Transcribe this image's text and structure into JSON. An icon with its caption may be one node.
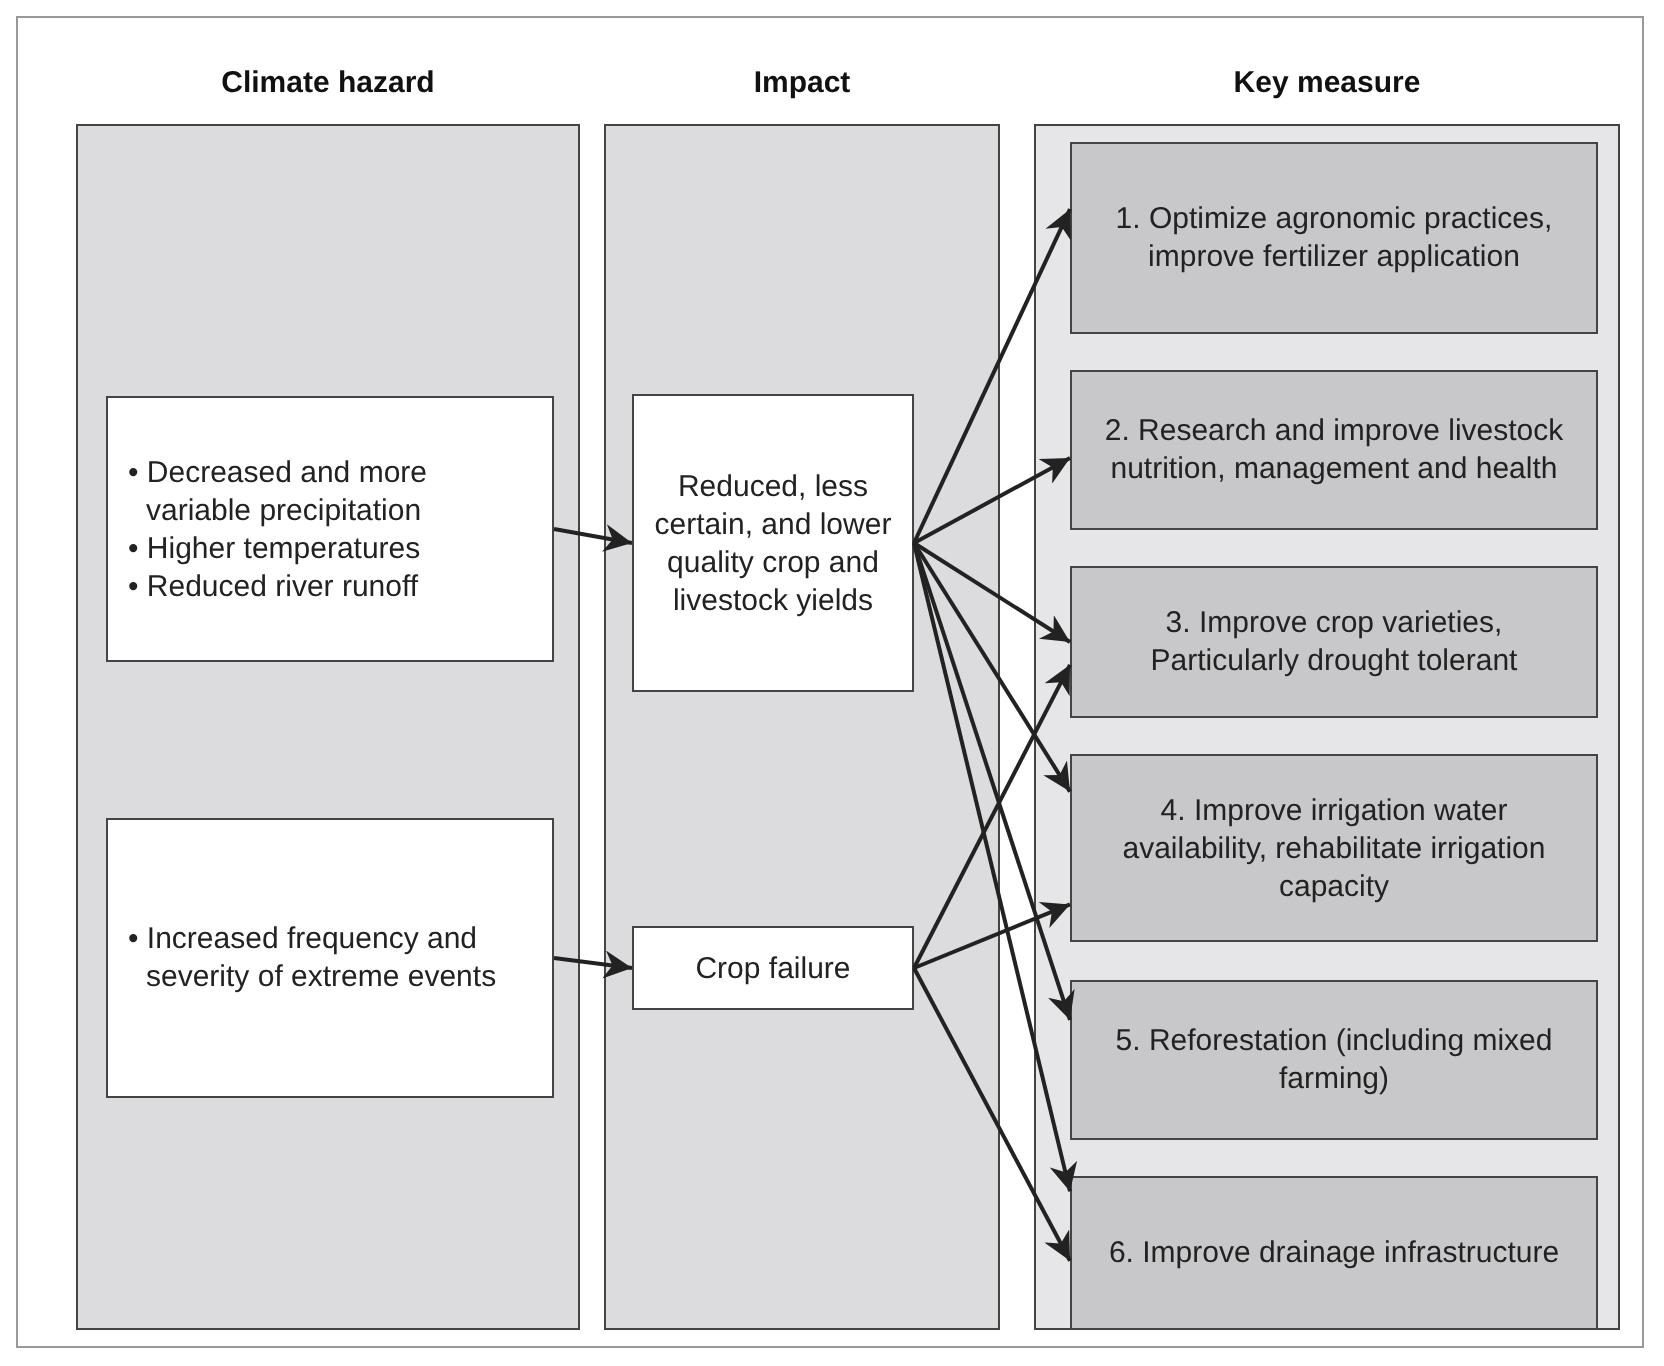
{
  "diagram": {
    "nodes": [
      {
        "text": [
          "Climate hazard"
        ]
      },
      {
        "text": [
          "Impact"
        ]
      },
      {
        "text": [
          "Key measure"
        ]
      },
      {
        "text": [
          "• Decreased and more variable precipitation",
          "• Higher temperatures",
          "• Reduced river runoff"
        ],
        "in": 0
      },
      {
        "text": [
          "• Increased frequency and severity of extreme events"
        ],
        "in": 0
      },
      {
        "text": [
          "Reduced, less certain, and lower quality crop and livestock yields"
        ],
        "in": 1
      },
      {
        "text": [
          "Crop failure"
        ],
        "in": 1
      },
      {
        "text": [
          "1. Optimize agronomic practices, improve fertilizer application"
        ],
        "in": 2
      },
      {
        "text": [
          "2. Research and improve livestock nutrition, management and health"
        ],
        "in": 2
      },
      {
        "text": [
          "3. Improve crop varieties, Particularly drought tolerant"
        ],
        "in": 2
      },
      {
        "text": [
          "4. Improve irrigation water availability, rehabilitate irrigation capacity"
        ],
        "in": 2
      },
      {
        "text": [
          "5. Reforestation (including mixed farming)"
        ],
        "in": 2
      },
      {
        "text": [
          "6. Improve drainage infrastructure"
        ],
        "in": 2
      }
    ],
    "edges": [
      {
        "from": 3,
        "to": 5,
        "arrow": "to"
      },
      {
        "from": 4,
        "to": 6,
        "arrow": "to"
      },
      {
        "from": 5,
        "to": 7,
        "arrow": "to"
      },
      {
        "from": 5,
        "to": 8,
        "arrow": "to"
      },
      {
        "from": 5,
        "to": 9,
        "arrow": "to"
      },
      {
        "from": 5,
        "to": 10,
        "arrow": "to"
      },
      {
        "from": 5,
        "to": 11,
        "arrow": "to"
      },
      {
        "from": 5,
        "to": 12,
        "arrow": "to"
      },
      {
        "from": 6,
        "to": 9,
        "arrow": "to"
      },
      {
        "from": 6,
        "to": 10,
        "arrow": "to"
      },
      {
        "from": 6,
        "to": 12,
        "arrow": "to"
      }
    ]
  }
}
